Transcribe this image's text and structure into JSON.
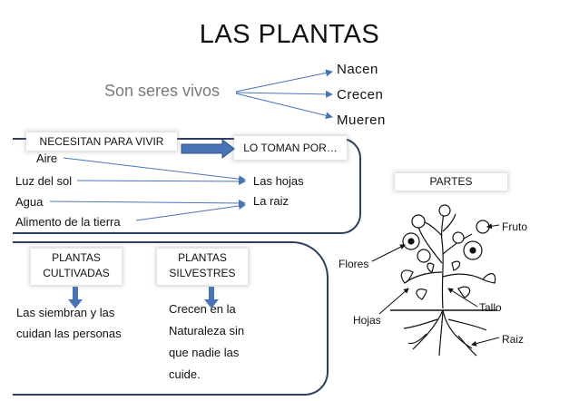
{
  "title": "LAS PLANTAS",
  "intro": {
    "label": "Son seres vivos",
    "items": [
      "Nacen",
      "Crecen",
      "Mueren"
    ]
  },
  "needs": {
    "header": "NECESITAN PARA VIVIR",
    "take_header": "LO TOMAN POR…",
    "items": [
      "Aire",
      "Luz del sol",
      "Agua",
      "Alimento de la tierra"
    ],
    "sources": [
      "Las hojas",
      "La raiz"
    ]
  },
  "types": {
    "cultivated": {
      "header_line1": "PLANTAS",
      "header_line2": "CULTIVADAS",
      "text_lines": [
        "Las siembran y las",
        "cuidan las personas"
      ]
    },
    "wild": {
      "header_line1": "PLANTAS",
      "header_line2": "SILVESTRES",
      "text_lines": [
        "Crecen en la",
        "Naturaleza sin",
        "que nadie las",
        "cuide."
      ]
    }
  },
  "parts": {
    "header": "PARTES",
    "labels": {
      "fruit": "Fruto",
      "flowers": "Flores",
      "stem": "Tallo",
      "leaves": "Hojas",
      "root": "Raiz"
    }
  },
  "colors": {
    "arrow_blue": "#4a74b8",
    "box_border": "#2d3e63",
    "gray_text": "#7a7a7a"
  }
}
